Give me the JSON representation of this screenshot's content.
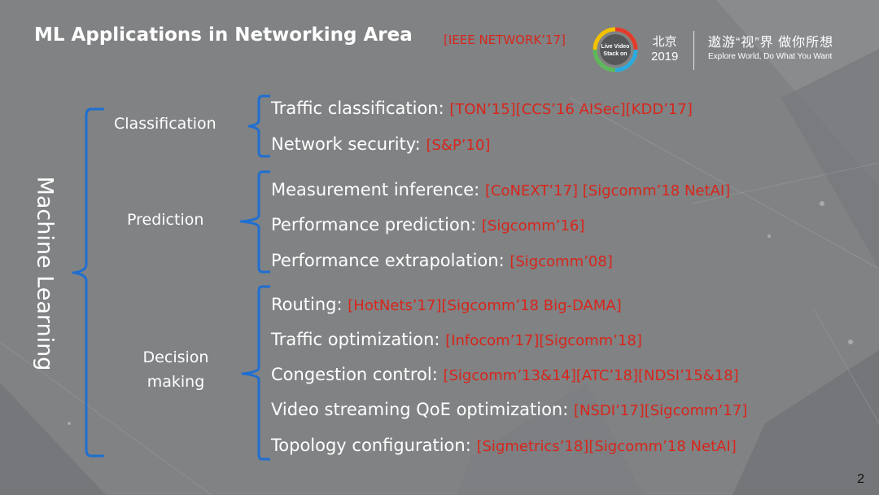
{
  "header": {
    "title": "ML Applications in Networking Area",
    "title_reference": "[IEEE NETWORK’17]"
  },
  "branding": {
    "logo_text_line1": "Live Video",
    "logo_text_line2": "Stack on",
    "city": "北京",
    "year": "2019",
    "slogan_cn": "遨游“视”界 做你所想",
    "slogan_en": "Explore World, Do What You Want"
  },
  "main": {
    "vertical_label": "Machine Learning",
    "categories": [
      {
        "label": "Classification",
        "items": [
          {
            "name": "Traffic classification:",
            "refs": "[TON’15][CCS’16 AISec][KDD’17]"
          },
          {
            "name": "Network security:",
            "refs": "[S&P’10]"
          }
        ]
      },
      {
        "label": "Prediction",
        "items": [
          {
            "name": "Measurement inference:",
            "refs": "[CoNEXT’17] [Sigcomm’18 NetAI]"
          },
          {
            "name": "Performance prediction:",
            "refs": "[Sigcomm’16]"
          },
          {
            "name": "Performance extrapolation:",
            "refs": "[Sigcomm’08]"
          }
        ]
      },
      {
        "label_line1": "Decision",
        "label_line2": "making",
        "items": [
          {
            "name": "Routing:",
            "refs": "[HotNets’17][Sigcomm’18 Big-DAMA]"
          },
          {
            "name": "Traffic optimization:",
            "refs": "[Infocom’17][Sigcomm’18]"
          },
          {
            "name": "Congestion control:",
            "refs": "[Sigcomm’13&14][ATC’18][NDSI’15&18]"
          },
          {
            "name": "Video streaming QoE optimization:",
            "refs": "[NSDI’17][Sigcomm’17]"
          },
          {
            "name": "Topology configuration:",
            "refs": "[Sigmetrics’18][Sigcomm’18 NetAI]"
          }
        ]
      }
    ]
  },
  "footer": {
    "page_number": "2"
  },
  "colors": {
    "background": "#808284",
    "text": "#ffffff",
    "reference": "#d7261b",
    "brace": "#1f6fd1"
  }
}
